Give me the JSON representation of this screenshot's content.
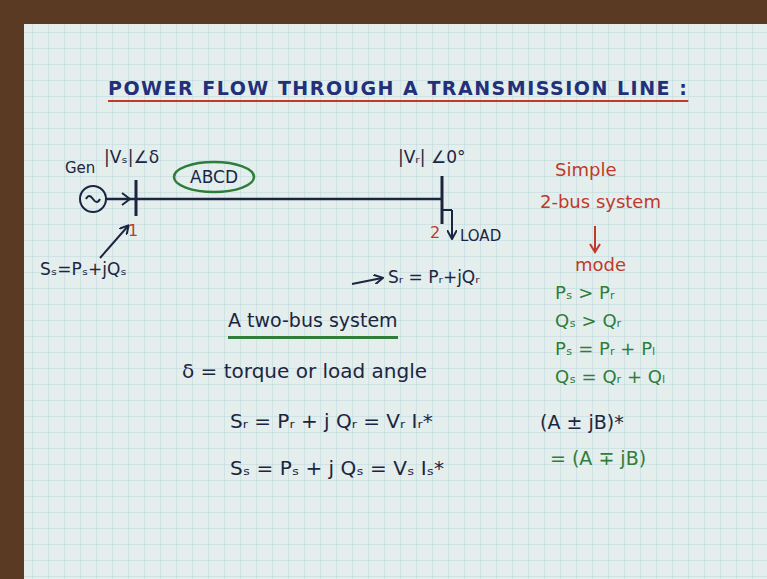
{
  "diagram": {
    "title": "POWER FLOW THROUGH A TRANSMISSION LINE :",
    "nodes": [
      {
        "text": [
          "Gen"
        ]
      },
      {
        "text": [
          "ABCD"
        ]
      }
    ],
    "labels": [
      "|Vₛ|∠δ",
      "1",
      "|Vᵣ| ∠0°",
      "2",
      "LOAD",
      "Sₛ=Pₛ+jQₛ",
      "Sᵣ = Pᵣ+jQᵣ",
      "Simple",
      "2-bus system",
      "mode",
      "Pₛ > Pᵣ",
      "Qₛ > Qᵣ",
      "Pₛ = Pᵣ + Pₗ",
      "Qₛ = Qᵣ + Qₗ",
      "A two-bus system",
      "δ = torque or load angle",
      "Sᵣ = Pᵣ + j Qᵣ = Vᵣ Iᵣ*",
      "Sₛ = Pₛ + j Qₛ = Vₛ Iₛ*",
      "(A ± jB)*",
      "= (A ∓ jB)"
    ]
  }
}
